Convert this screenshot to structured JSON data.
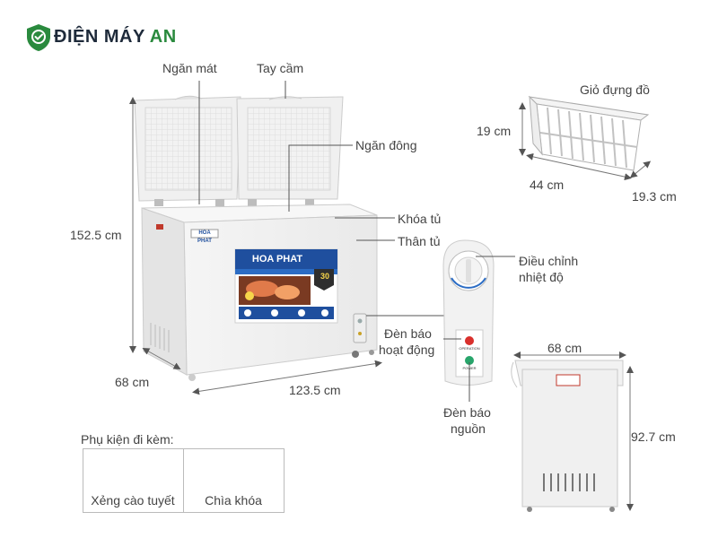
{
  "brand": {
    "name_part1": "ĐIỆN MÁY",
    "name_part2": "AN",
    "dark_color": "#1e2a3a",
    "accent_color": "#2a8a3e",
    "icon": "shield-check-icon"
  },
  "product": {
    "logo_text": "HOA PHAT",
    "badge_text": "30"
  },
  "labels": {
    "ngan_mat": "Ngăn mát",
    "tay_cam": "Tay cầm",
    "ngan_dong": "Ngăn đông",
    "khoa_tu": "Khóa tủ",
    "than_tu": "Thân tủ",
    "dieu_chinh_1": "Điều chỉnh",
    "dieu_chinh_2": "nhiệt độ",
    "den_hoat_dong_1": "Đèn báo",
    "den_hoat_dong_2": "hoạt động",
    "den_nguon_1": "Đèn báo",
    "den_nguon_2": "nguồn",
    "gio_dung_do": "Giỏ đựng đồ"
  },
  "dimensions": {
    "height": "152.5 cm",
    "depth": "68 cm",
    "width": "123.5 cm",
    "basket_height": "19 cm",
    "basket_length": "44 cm",
    "basket_width": "19.3 cm",
    "side_depth": "68 cm",
    "side_height": "92.7 cm"
  },
  "panel": {
    "operation_label": "OPERATION",
    "power_label": "POWER"
  },
  "accessories": {
    "title": "Phụ kiện đi kèm:",
    "items": [
      {
        "label": "Xẻng cào tuyết",
        "icon": "ice-scraper-icon"
      },
      {
        "label": "Chìa khóa",
        "icon": "key-icon"
      }
    ]
  }
}
